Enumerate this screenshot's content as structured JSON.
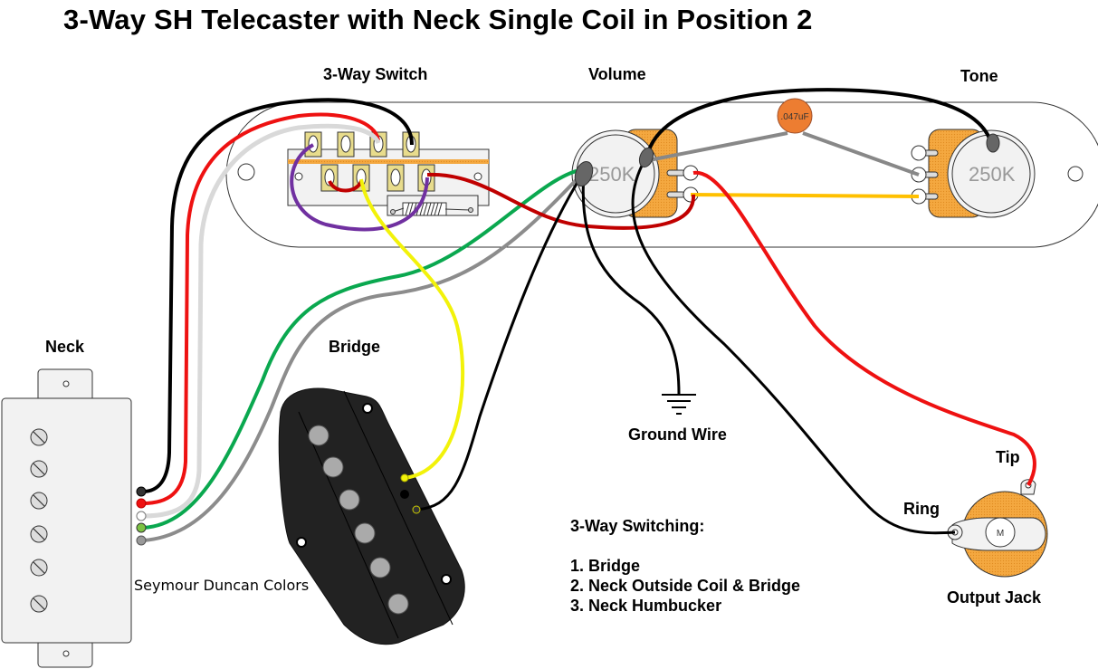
{
  "title": "3-Way SH Telecaster with Neck Single Coil in Position 2",
  "labels": {
    "switch": "3-Way Switch",
    "volume": "Volume",
    "tone": "Tone",
    "neck": "Neck",
    "bridge": "Bridge",
    "ground": "Ground Wire",
    "tip": "Tip",
    "ring": "Ring",
    "output_jack": "Output Jack",
    "seymour": "Seymour Duncan Colors"
  },
  "components": {
    "volume_pot_value": "250K",
    "tone_pot_value": "250K",
    "capacitor_value": ".047uF",
    "jack_center": "M"
  },
  "switching": {
    "heading": "3-Way Switching:",
    "positions": [
      "1. Bridge",
      "2. Neck Outside Coil & Bridge",
      "3. Neck Humbucker"
    ]
  },
  "wire_colors": {
    "black": "#000000",
    "red": "#ee1111",
    "white": "#d9d9d9",
    "green": "#0aa84f",
    "bare": "#8c8c8c",
    "yellow": "#f2f20a",
    "purple": "#7030a0",
    "darkred": "#c00000",
    "amber": "#ffc000",
    "gray": "#888888"
  }
}
